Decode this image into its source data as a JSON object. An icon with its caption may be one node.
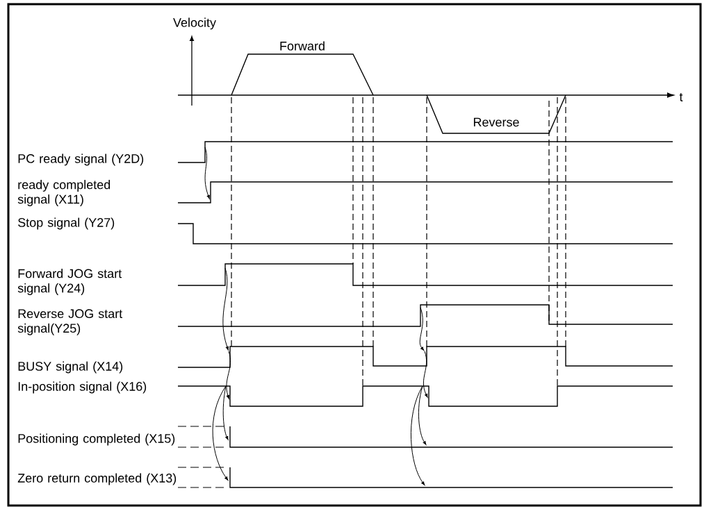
{
  "diagram": {
    "labels": [
      "Velocity",
      "Forward",
      "t",
      "Reverse",
      "PC ready signal (Y2D)",
      "ready completed signal (X11)",
      "Stop signal (Y27)",
      "Forward JOG start signal (Y24)",
      "Reverse JOG start signal(Y25)",
      "BUSY signal (X14)",
      "In-position signal (X16)",
      "Positioning completed (X15)",
      "Zero return completed (X13)"
    ]
  }
}
